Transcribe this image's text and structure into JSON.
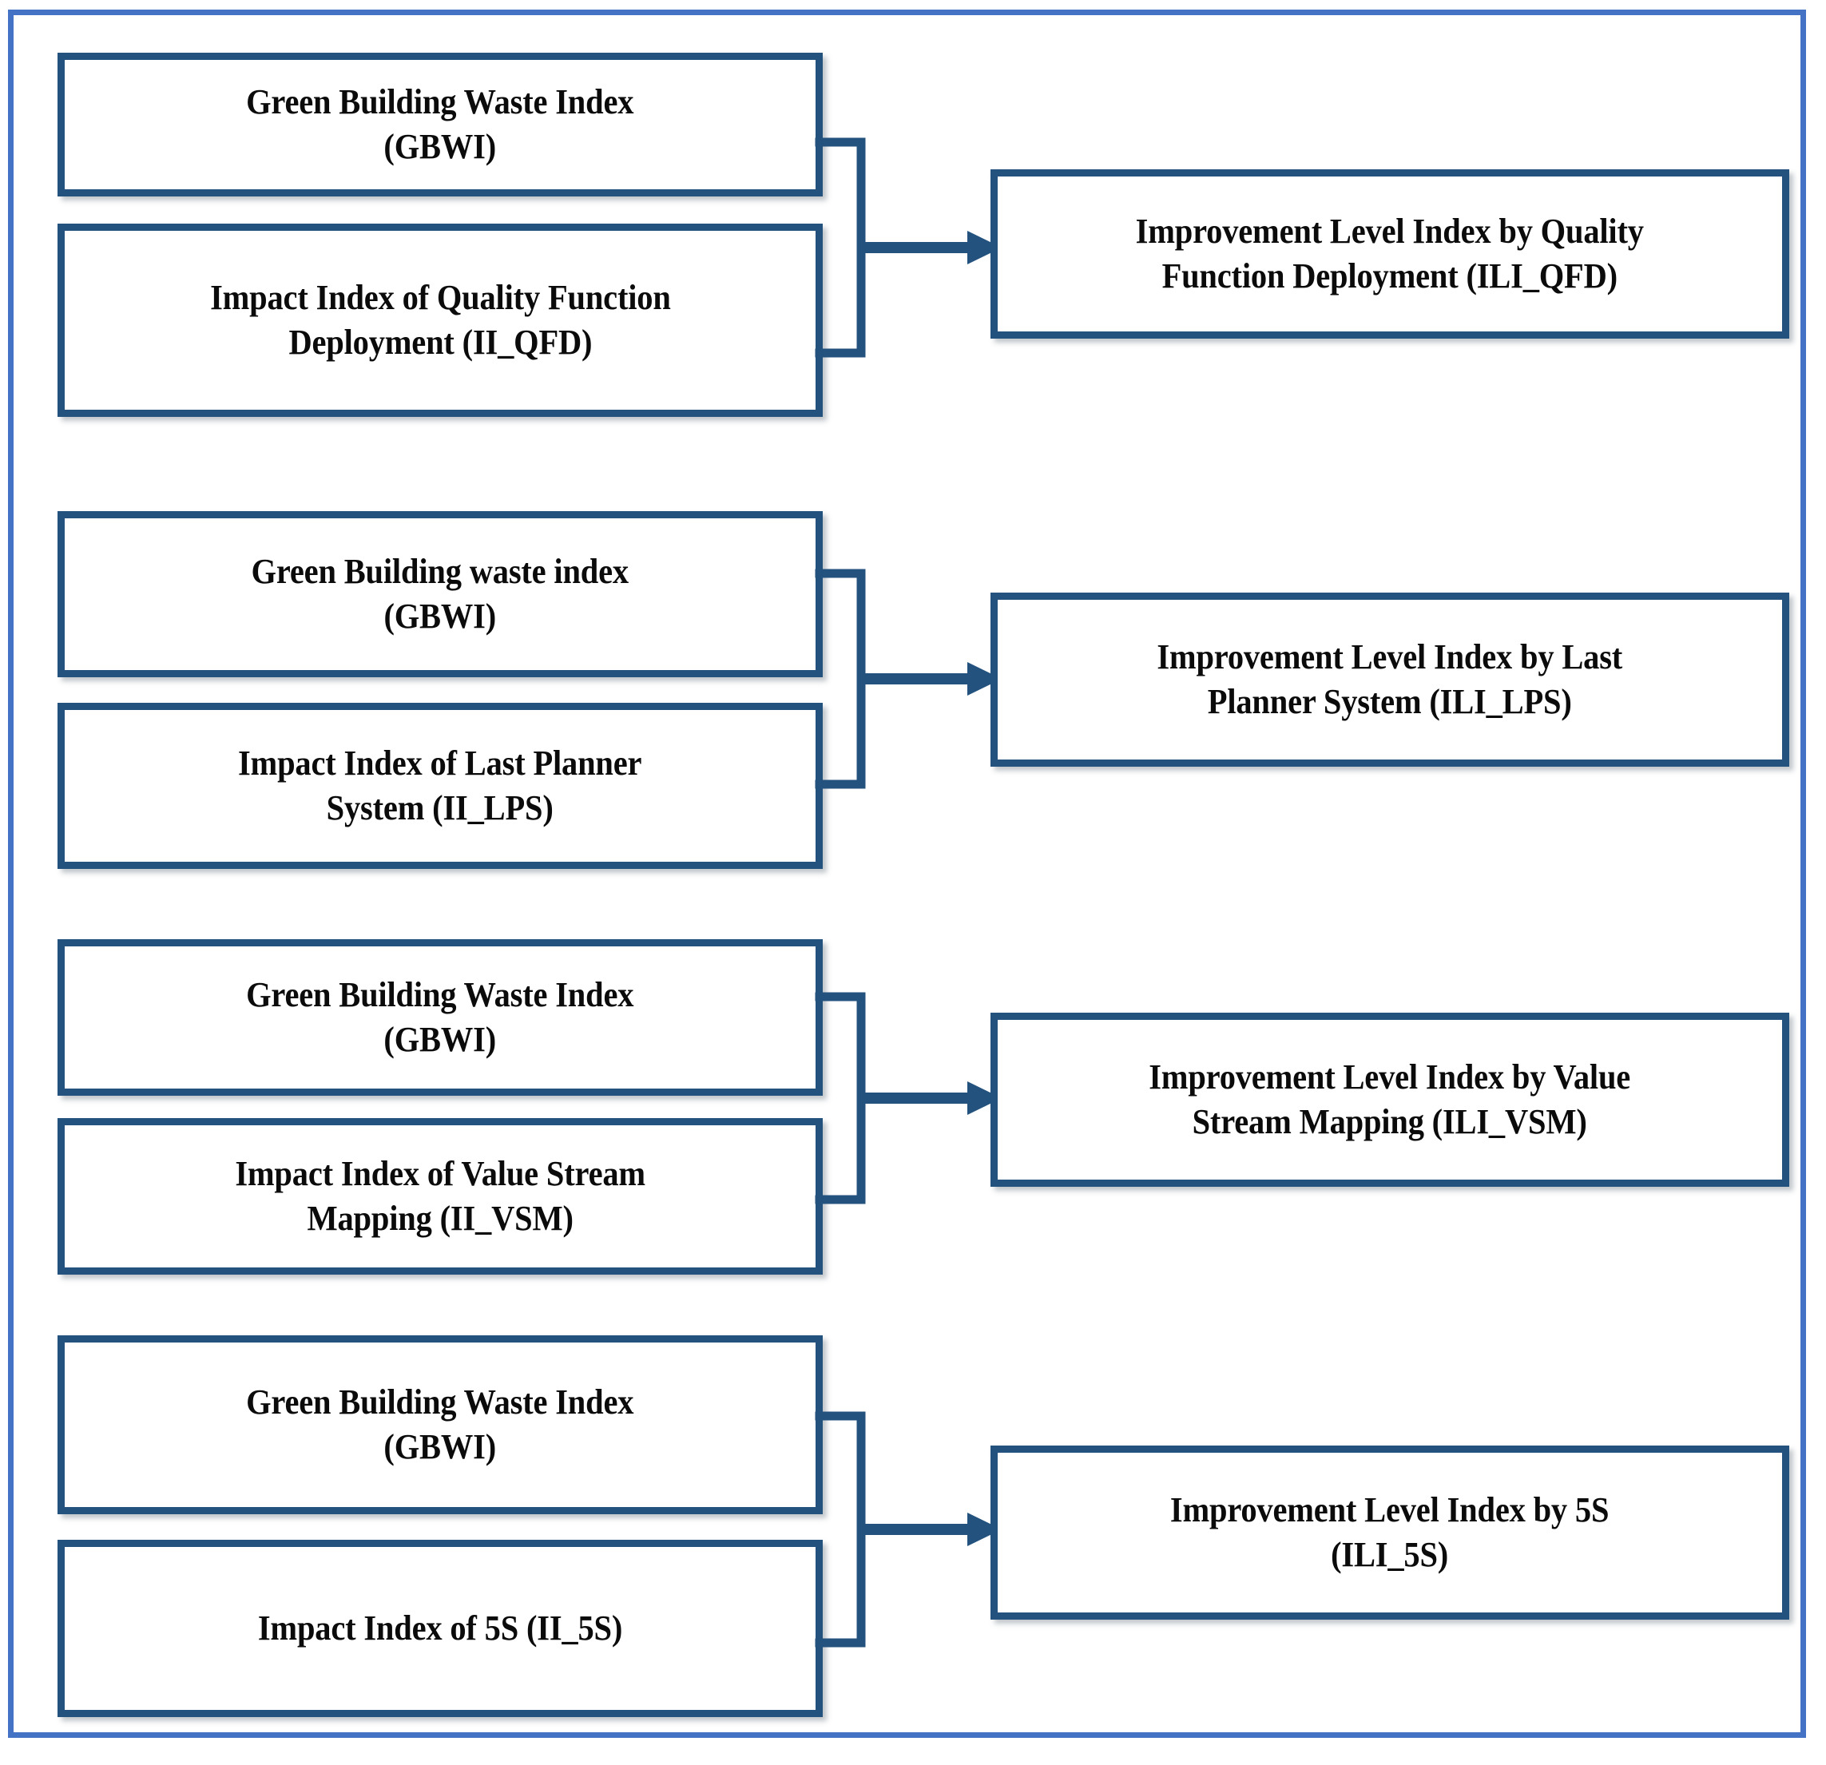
{
  "diagram": {
    "title": "Improvement Level Index computation flow",
    "colors": {
      "outer_frame": "#4472C4",
      "box_border": "#23527F",
      "connector": "#23527F",
      "text": "#0b0b0b",
      "background": "#ffffff"
    },
    "groups": [
      {
        "id": "qfd",
        "inputs": [
          {
            "id": "gbwi-1",
            "label": "Green Building Waste Index\n(GBWI)"
          },
          {
            "id": "ii-qfd",
            "label": "Impact Index of Quality Function\nDeployment (II_QFD)"
          }
        ],
        "connector": {
          "kind": "brace-arrow",
          "direction": "right"
        },
        "output": {
          "id": "ili-qfd",
          "label": "Improvement Level Index by Quality\nFunction Deployment (ILI_QFD)"
        }
      },
      {
        "id": "lps",
        "inputs": [
          {
            "id": "gbwi-2",
            "label": "Green Building waste index\n(GBWI)"
          },
          {
            "id": "ii-lps",
            "label": "Impact Index of Last Planner\nSystem (II_LPS)"
          }
        ],
        "connector": {
          "kind": "brace-arrow",
          "direction": "right"
        },
        "output": {
          "id": "ili-lps",
          "label": "Improvement Level Index by Last\nPlanner System (ILI_LPS)"
        }
      },
      {
        "id": "vsm",
        "inputs": [
          {
            "id": "gbwi-3",
            "label": "Green Building Waste Index\n(GBWI)"
          },
          {
            "id": "ii-vsm",
            "label": "Impact Index of Value Stream\nMapping (II_VSM)"
          }
        ],
        "connector": {
          "kind": "brace-arrow",
          "direction": "right"
        },
        "output": {
          "id": "ili-vsm",
          "label": "Improvement Level Index by Value\nStream Mapping (ILI_VSM)"
        }
      },
      {
        "id": "5s",
        "inputs": [
          {
            "id": "gbwi-4",
            "label": "Green Building Waste Index\n(GBWI)"
          },
          {
            "id": "ii-5s",
            "label": "Impact Index of 5S (II_5S)"
          }
        ],
        "connector": {
          "kind": "brace-arrow",
          "direction": "right"
        },
        "output": {
          "id": "ili-5s",
          "label": "Improvement Level Index by 5S\n(ILI_5S)"
        }
      }
    ]
  }
}
